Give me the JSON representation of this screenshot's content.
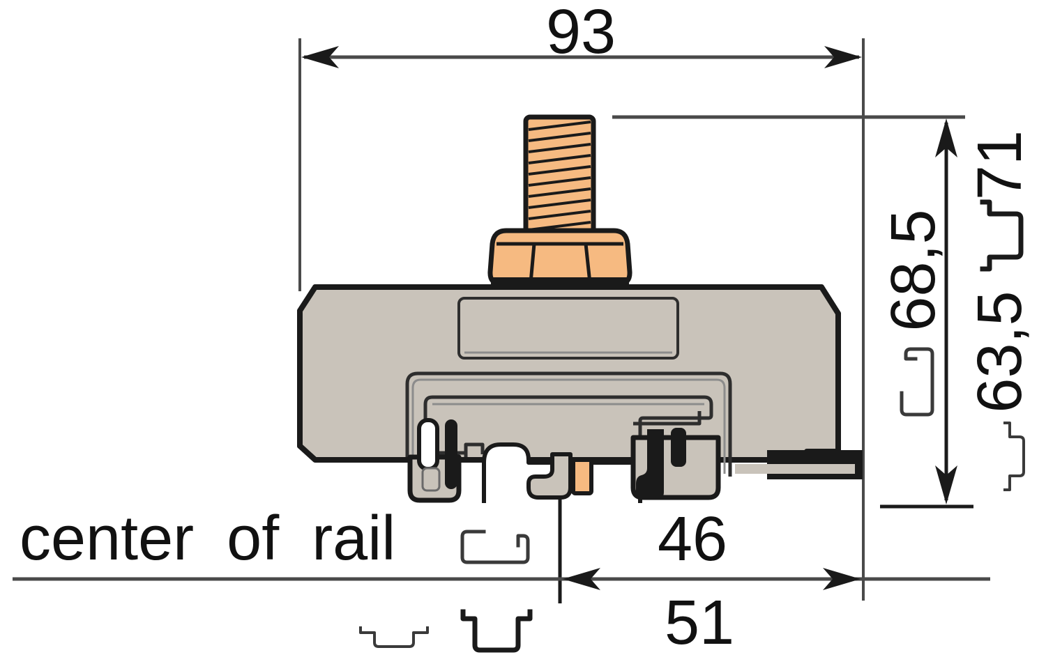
{
  "drawing": {
    "title": "terminal block dimensional drawing",
    "dimensions": {
      "overall_width": "93",
      "height_on_g_rail": "68,5",
      "height_on_ts35_rail": "71",
      "height_on_ts15_rail": "63,5",
      "center_to_edge_g_rail": "46",
      "center_to_edge_ts_rail": "51"
    },
    "labels": {
      "center_of_rail": "center of rail"
    },
    "colors": {
      "body_grey": "#C9C3BA",
      "copper_orange": "#F6BA81",
      "outline_black": "#1A1A1A",
      "dim_line_grey": "#4A4A4A",
      "text_black": "#111111",
      "background": "#FFFFFF"
    },
    "icons": {
      "g_rail_icon": "g-rail-profile",
      "ts35_rail_icon": "top-hat-rail-profile",
      "ts15_rail_icon": "miniature-rail-profile"
    }
  }
}
